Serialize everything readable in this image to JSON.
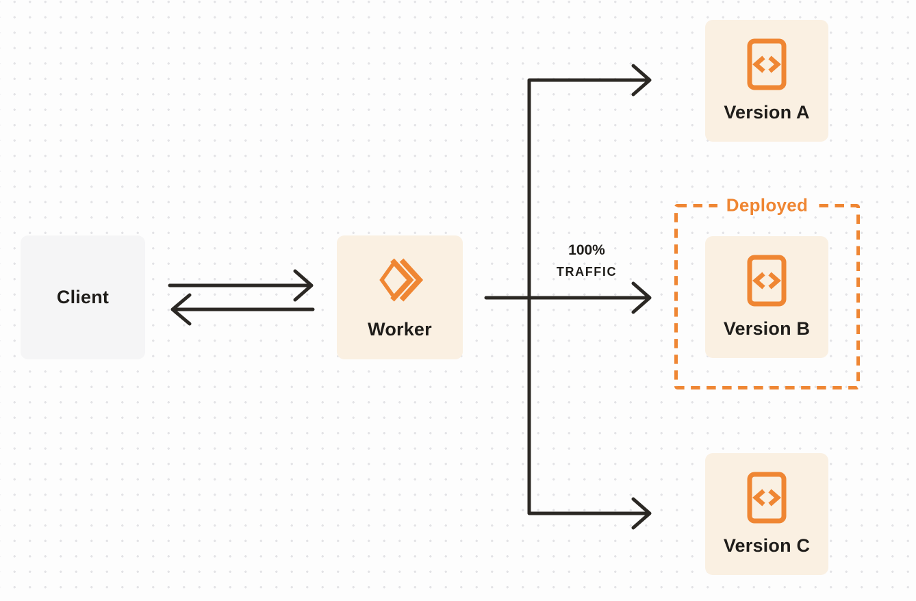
{
  "colors": {
    "bg": "#FDFDFD",
    "dot": "#E3E3E6",
    "accent_orange": "#EF8633",
    "node_cream": "#FAF0E2",
    "node_gray": "#F5F5F6",
    "line_dark": "#2B2824",
    "text_dark": "#1F1D1A"
  },
  "nodes": {
    "client": {
      "label": "Client"
    },
    "worker": {
      "label": "Worker",
      "icon": "cloudflare-workers-icon"
    },
    "version_a": {
      "label": "Version A",
      "icon": "code-file-icon"
    },
    "version_b": {
      "label": "Version B",
      "icon": "code-file-icon"
    },
    "version_c": {
      "label": "Version C",
      "icon": "code-file-icon"
    }
  },
  "annotations": {
    "deployed": {
      "label": "Deployed"
    },
    "traffic": {
      "line1": "100%",
      "line2": "TRAFFIC"
    }
  }
}
